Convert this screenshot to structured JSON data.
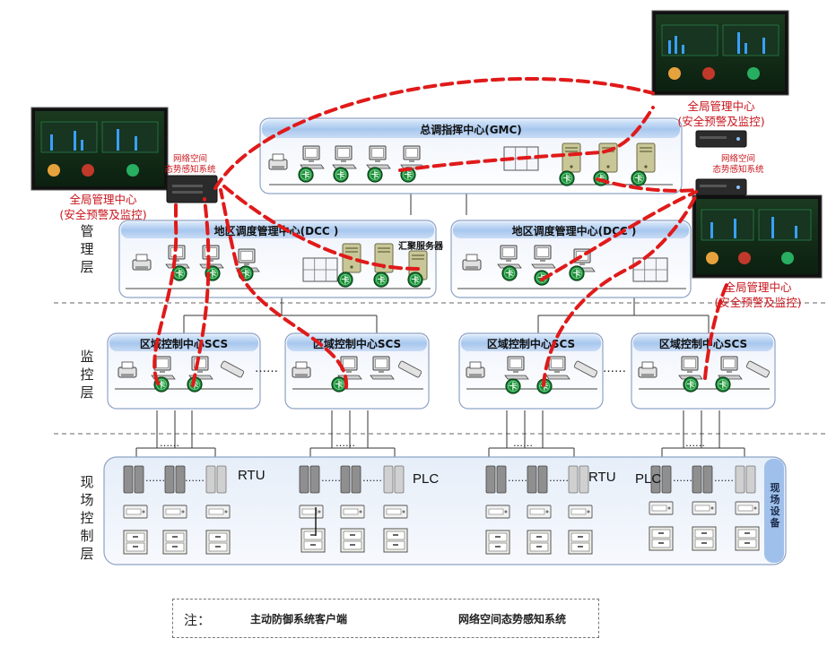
{
  "diagram": {
    "layers": {
      "management": "管理层",
      "monitoring": "监控层",
      "field": "现场控制层"
    },
    "gmc": {
      "title": "总调指挥中心(GMC)"
    },
    "dcc_left": {
      "title": "地区调度管理中心(DCC )"
    },
    "dcc_right": {
      "title": "地区调度管理中心(DCC )"
    },
    "scs_titles": [
      "区域控制中心SCS",
      "区域控制中心SCS",
      "区域控制中心SCS",
      "区域控制中心SCS"
    ],
    "aggregation_server": "汇聚服务器",
    "global_center": {
      "top_right": [
        "全局管理中心",
        "(安全预警及监控)"
      ],
      "left": [
        "全局管理中心",
        "(安全预警及监控)"
      ],
      "right": [
        "全局管理中心",
        "(安全预警及监控)"
      ]
    },
    "situation_system": {
      "left": [
        "网络空间",
        "态势感知系统"
      ],
      "right": [
        "网络空间",
        "态势感知系统"
      ]
    },
    "field_labels": [
      "RTU",
      "PLC",
      "RTU",
      "PLC"
    ],
    "field_equipment": "现场设备",
    "ellipsis": "……",
    "legend": {
      "note": "注：",
      "client": "主动防御系统客户端",
      "system": "网络空间态势感知系统"
    },
    "colors": {
      "attack_path": "#e01a1a",
      "label_red": "#c8161d",
      "box_border": "#8ea3c6",
      "title_band": "#9fc0ea",
      "client_badge": "#1e8b3a"
    }
  }
}
